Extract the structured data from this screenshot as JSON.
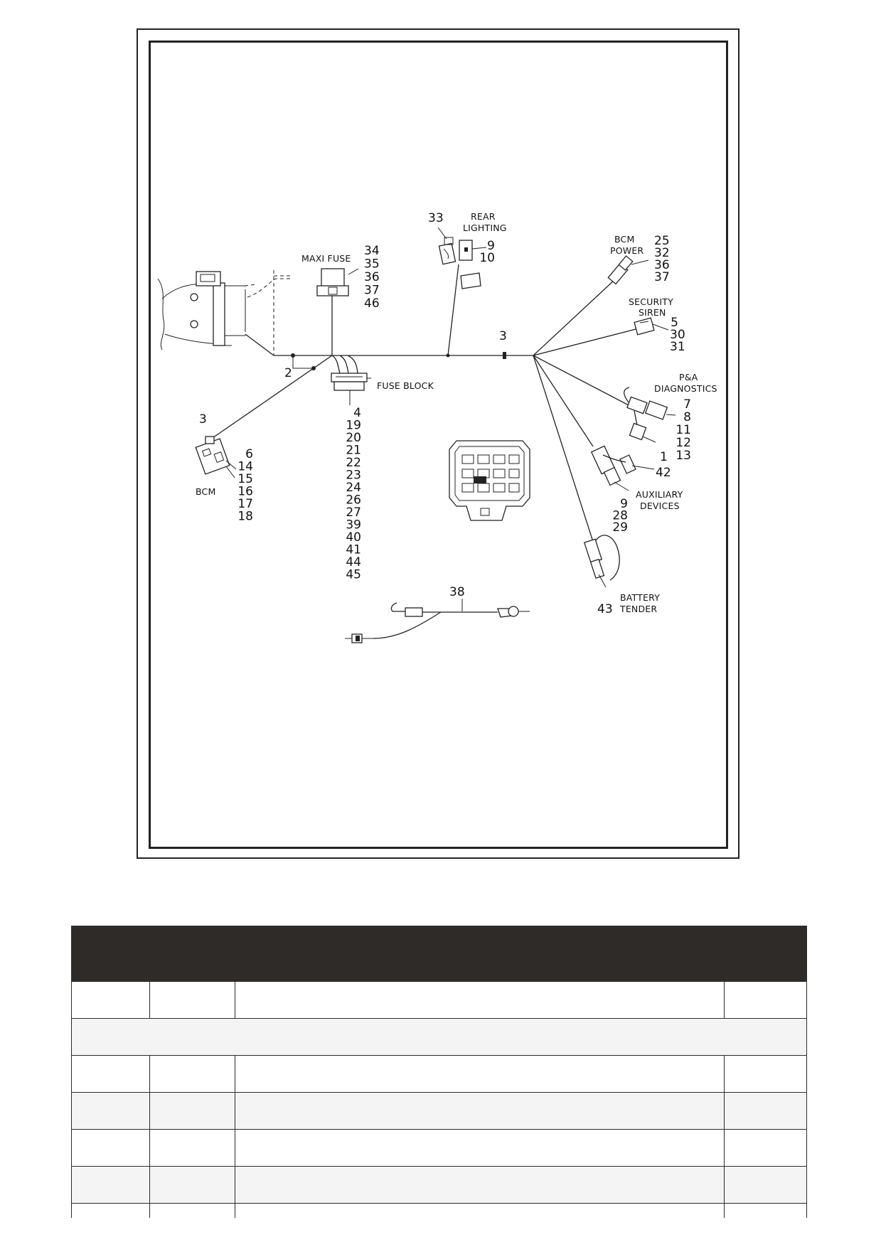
{
  "labels": {
    "maxi_fuse": "MAXI FUSE",
    "rear_lighting_1": "REAR",
    "rear_lighting_2": "LIGHTING",
    "bcm_power_1": "BCM",
    "bcm_power_2": "POWER",
    "security_siren_1": "SECURITY",
    "security_siren_2": "SIREN",
    "pa_diag_1": "P&A",
    "pa_diag_2": "DIAGNOSTICS",
    "fuse_block": "FUSE BLOCK",
    "bcm": "BCM",
    "aux_1": "AUXILIARY",
    "aux_2": "DEVICES",
    "battery_1": "BATTERY",
    "battery_2": "TENDER"
  },
  "callouts": {
    "maxi_fuse": [
      "34",
      "35",
      "36",
      "37",
      "46"
    ],
    "rear_lighting_clip": "33",
    "rear_lighting": [
      "9",
      "10"
    ],
    "junction_center": "3",
    "bcm_power": [
      "25",
      "32",
      "36",
      "37"
    ],
    "security_siren": [
      "5",
      "30",
      "31"
    ],
    "pa_diagnostics": [
      "7",
      "8",
      "11",
      "12",
      "13"
    ],
    "pa_connector": "1",
    "aux_plug": "42",
    "aux_devices": [
      "9",
      "28",
      "29"
    ],
    "battery_tender": "43",
    "ground_clip": "2",
    "bcm_clip": "3",
    "bcm": [
      "6",
      "14",
      "15",
      "16",
      "17",
      "18"
    ],
    "fuse_block": [
      "4",
      "19",
      "20",
      "21",
      "22",
      "23",
      "24",
      "26",
      "27",
      "39",
      "40",
      "41",
      "44",
      "45"
    ],
    "extension_harness": "38"
  },
  "table": {
    "header": [
      "",
      "",
      "",
      ""
    ],
    "rows": [
      {
        "type": "row",
        "cells": [
          "",
          "",
          "",
          ""
        ]
      },
      {
        "type": "section",
        "cells": [
          ""
        ]
      },
      {
        "type": "row",
        "cells": [
          "",
          "",
          "",
          ""
        ]
      },
      {
        "type": "alt",
        "cells": [
          "",
          "",
          "",
          ""
        ]
      },
      {
        "type": "row",
        "cells": [
          "",
          "",
          "",
          ""
        ]
      },
      {
        "type": "alt",
        "cells": [
          "",
          "",
          "",
          ""
        ]
      },
      {
        "type": "cut",
        "cells": [
          "",
          "",
          "",
          ""
        ]
      }
    ]
  }
}
